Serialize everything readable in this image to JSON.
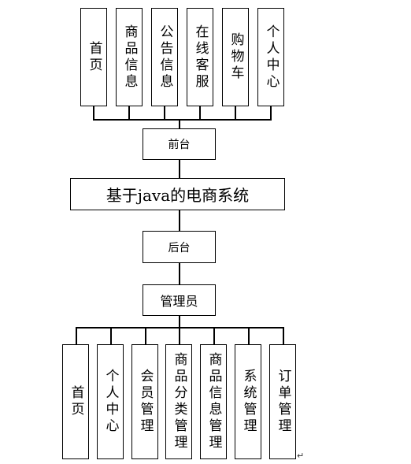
{
  "frontend": {
    "label": "前台",
    "modules": [
      "首页",
      "商品信息",
      "公告信息",
      "在线客服",
      "购物车",
      "个人中心"
    ]
  },
  "system": {
    "title": "基于java的电商系统"
  },
  "backend": {
    "label": "后台"
  },
  "admin": {
    "label": "管理员"
  },
  "admin_modules": [
    "首页",
    "个人中心",
    "会员管理",
    "商品分类管理",
    "商品信息管理",
    "系统管理",
    "订单管理"
  ],
  "paragraph_mark": "↵"
}
